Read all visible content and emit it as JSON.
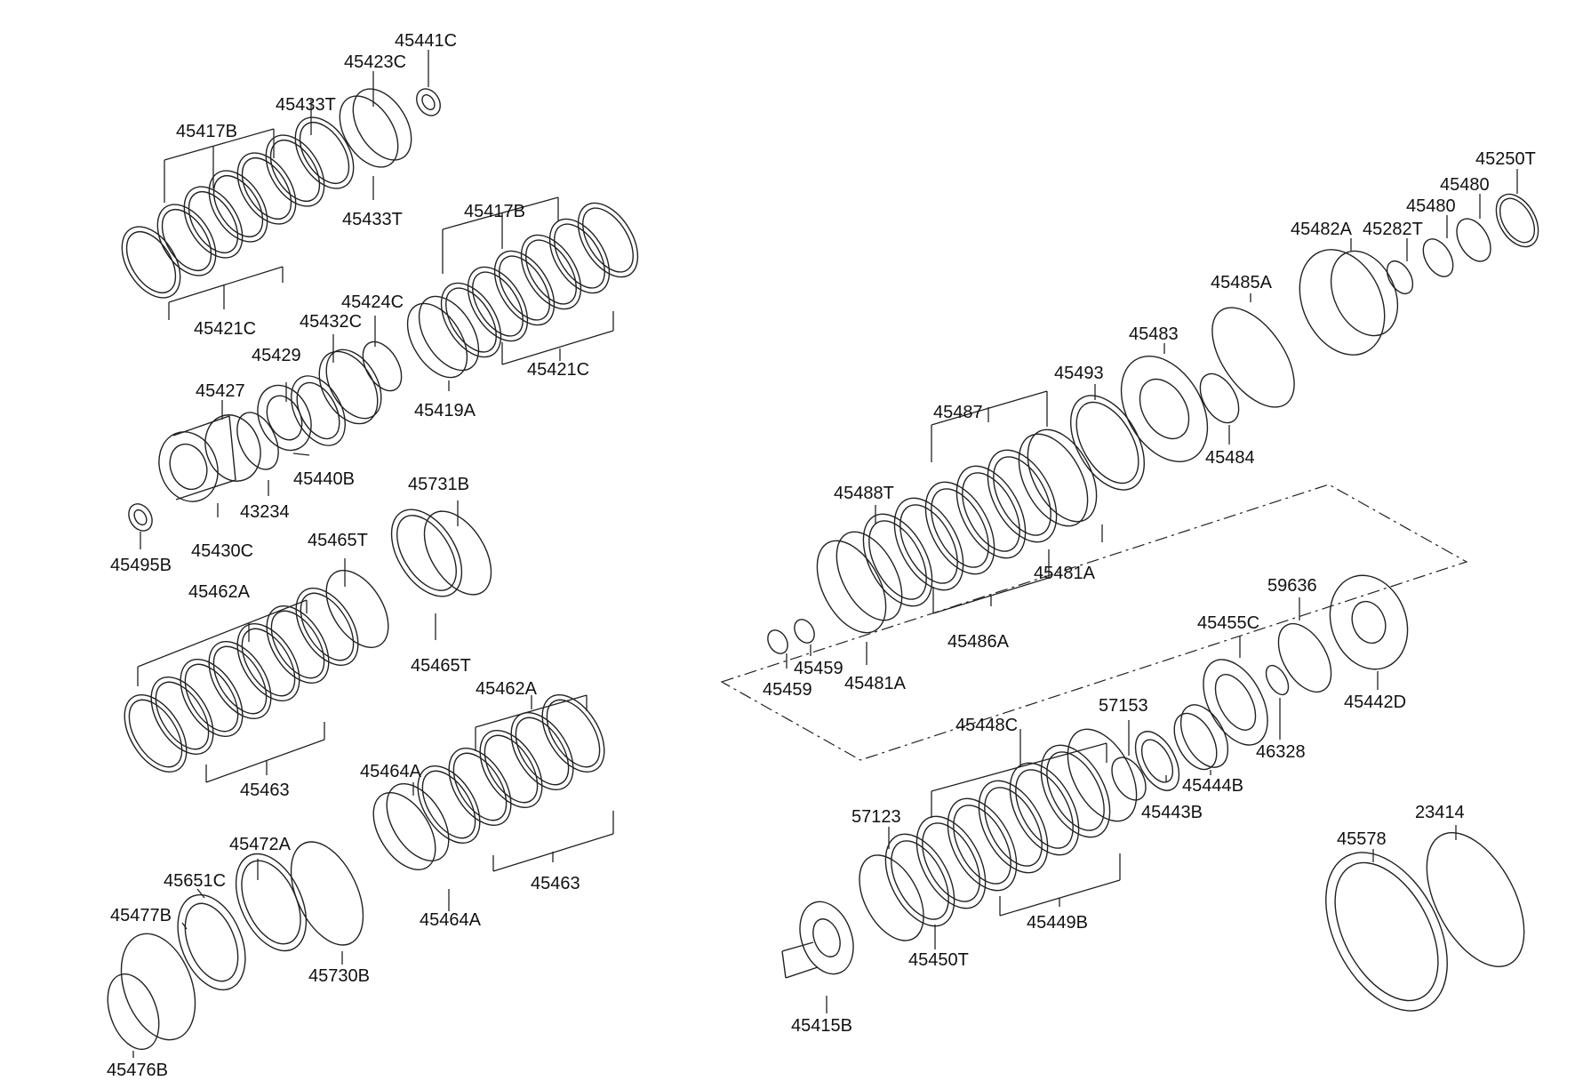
{
  "diagram": {
    "labels": {
      "p45441C": "45441C",
      "p45423C": "45423C",
      "p45433T_a": "45433T",
      "p45417B_a": "45417B",
      "p45433T_b": "45433T",
      "p45421C_a": "45421C",
      "p45417B_b": "45417B",
      "p45424C": "45424C",
      "p45432C": "45432C",
      "p45429": "45429",
      "p45427": "45427",
      "p45419A": "45419A",
      "p45421C_b": "45421C",
      "p45440B": "45440B",
      "p43234": "43234",
      "p45495B": "45495B",
      "p45430C": "45430C",
      "p45731B": "45731B",
      "p45465T_a": "45465T",
      "p45462A_a": "45462A",
      "p45465T_b": "45465T",
      "p45463_a": "45463",
      "p45462A_b": "45462A",
      "p45464A_a": "45464A",
      "p45463_b": "45463",
      "p45464A_b": "45464A",
      "p45472A": "45472A",
      "p45651C": "45651C",
      "p45477B": "45477B",
      "p45730B": "45730B",
      "p45476B": "45476B",
      "p45250T": "45250T",
      "p45480_a": "45480",
      "p45480_b": "45480",
      "p45282T": "45282T",
      "p45482A": "45482A",
      "p45485A": "45485A",
      "p45483": "45483",
      "p45493": "45493",
      "p45484": "45484",
      "p45487": "45487",
      "p45488T": "45488T",
      "p45481A_a": "45481A",
      "p45486A": "45486A",
      "p45459_a": "45459",
      "p45459_b": "45459",
      "p45481A_b": "45481A",
      "p59636": "59636",
      "p45455C": "45455C",
      "p45442D": "45442D",
      "p46328": "46328",
      "p57153": "57153",
      "p45448C": "45448C",
      "p45444B": "45444B",
      "p45443B": "45443B",
      "p57123": "57123",
      "p23414": "23414",
      "p45578": "45578",
      "p45449B": "45449B",
      "p45450T": "45450T",
      "p45415B": "45415B"
    }
  }
}
